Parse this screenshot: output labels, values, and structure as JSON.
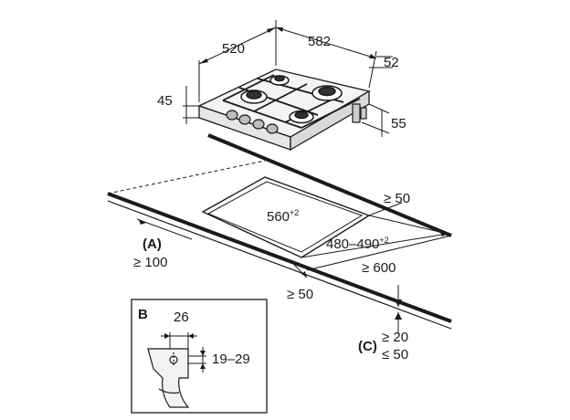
{
  "hob": {
    "width": "582",
    "depth": "520",
    "rear_offset": "52",
    "thickness": "45",
    "below_depth": "55"
  },
  "cutout": {
    "width": "560",
    "width_tol": "+2",
    "depth": "480–490",
    "depth_tol": "+2",
    "rear_clearance": "≥ 50",
    "side_clearance": "≥ 600",
    "front_clearance": "≥ 50",
    "ref_a": "(A)",
    "ref_a_value": "≥ 100"
  },
  "worktop": {
    "ref_c": "(C)",
    "min_thickness": "≥ 20",
    "max_thickness": "≤ 50"
  },
  "detail_b": {
    "title": "B",
    "width": "26",
    "range": "19–29"
  }
}
